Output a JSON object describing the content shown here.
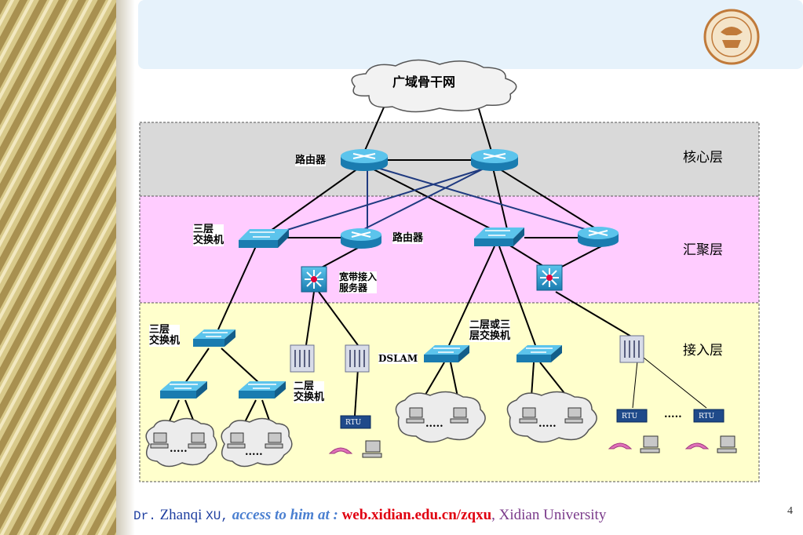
{
  "diagram": {
    "cloud_label": "广域骨干网",
    "layers": {
      "core": "核心层",
      "aggregation": "汇聚层",
      "access": "接入层"
    },
    "labels": {
      "core_router": "路由器",
      "agg_l3_switch": "三层\n交换机",
      "agg_router": "路由器",
      "bras": "宽带接入\n服务器",
      "acc_l3_switch": "三层\n交换机",
      "acc_l2_switch": "二层\n交换机",
      "dslam": "DSLAM",
      "l2_or_l3_switch": "二层或三\n层交换机",
      "rtu": "RTU",
      "ellipsis": "....."
    }
  },
  "footer": {
    "dr": "Dr.",
    "name": "Zhanqi",
    "xu": "XU,",
    "access": "access to him at :",
    "url": "web.xidian.edu.cn/zqxu",
    "univ": ", Xidian University"
  },
  "page_number": "4",
  "colors": {
    "core_band": "#d9d9d9",
    "agg_band": "#ffccff",
    "access_band": "#ffffcc",
    "device": "#2a9fd0",
    "header": "#e6f2fb"
  }
}
